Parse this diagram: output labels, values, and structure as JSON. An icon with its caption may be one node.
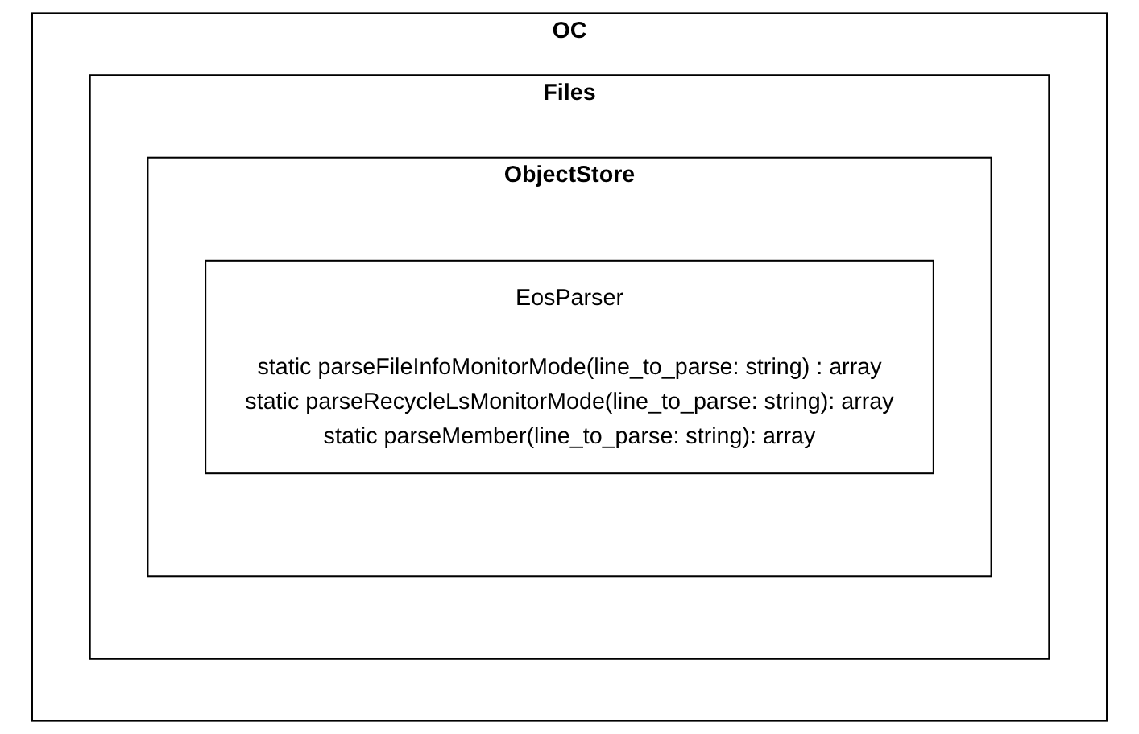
{
  "diagram": {
    "nodes": [
      {
        "text": [
          "OC"
        ]
      },
      {
        "text": [
          "Files"
        ],
        "in": 0
      },
      {
        "text": [
          "ObjectStore"
        ],
        "in": 1
      },
      {
        "text": [
          "EosParser",
          "static parseFileInfoMonitorMode(line_to_parse: string) : array",
          "static parseRecycleLsMonitorMode(line_to_parse: string): array",
          "static parseMember(line_to_parse: string): array"
        ],
        "in": 2
      }
    ],
    "edges": []
  }
}
